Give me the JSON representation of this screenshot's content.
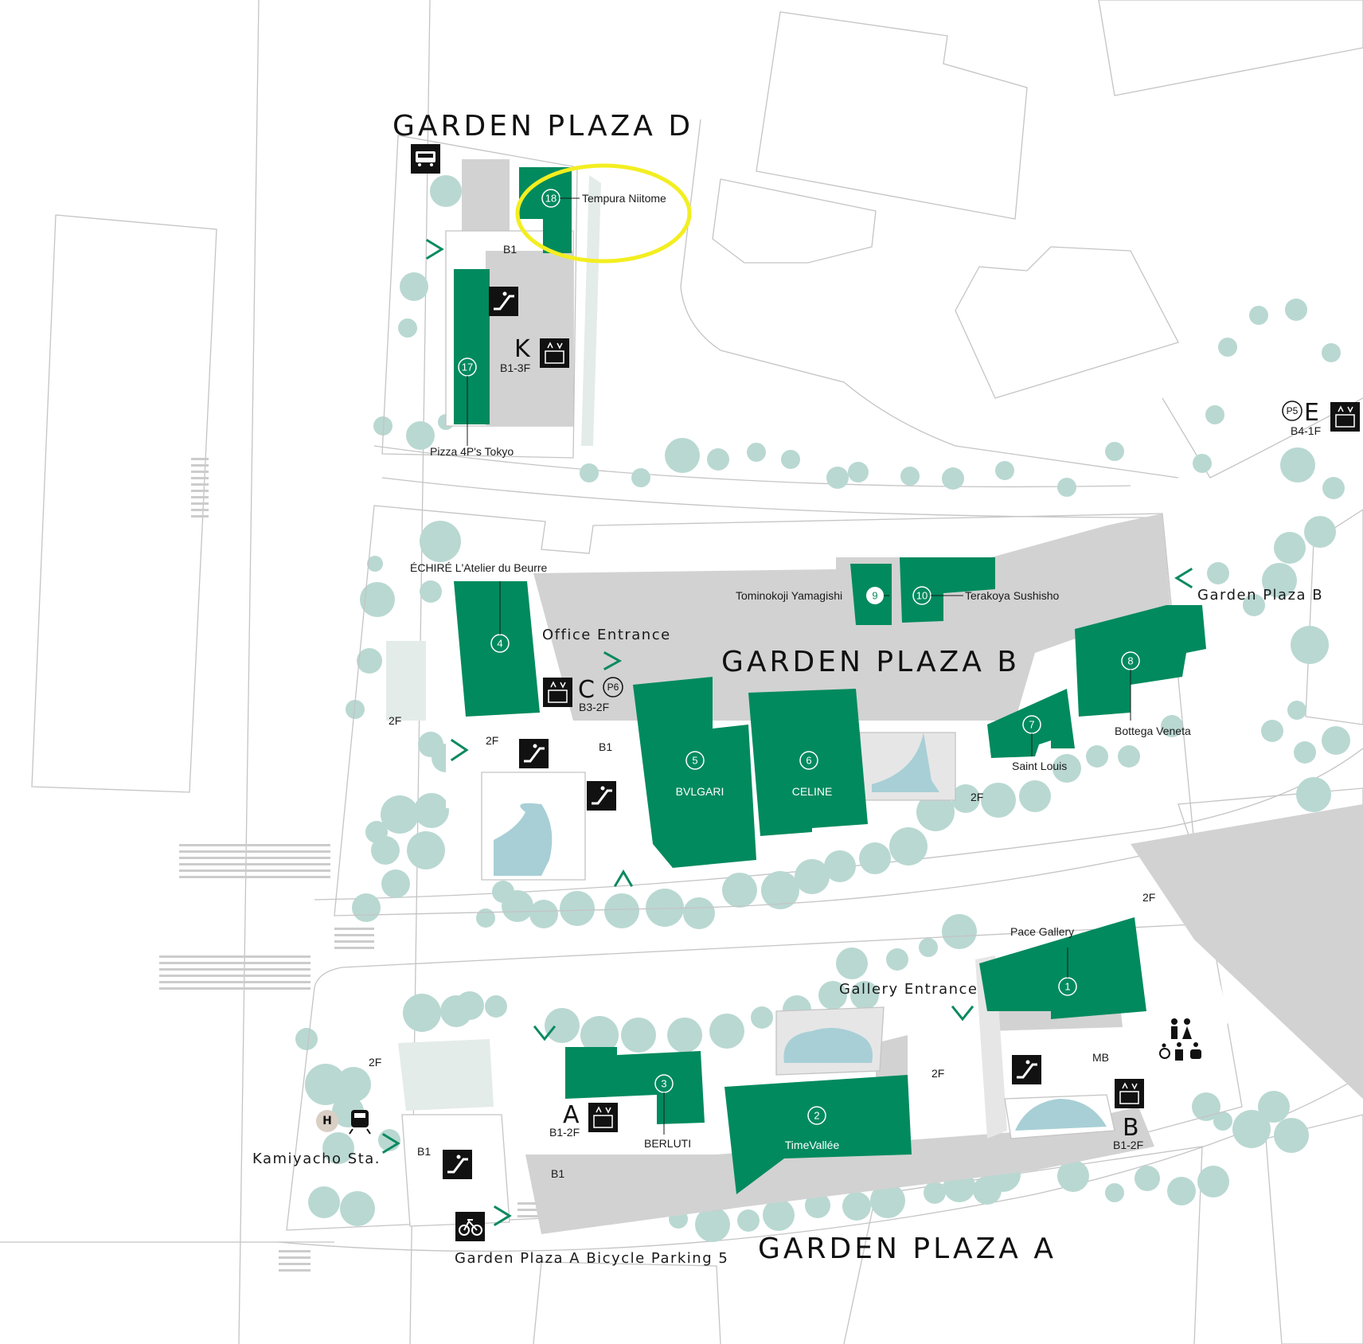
{
  "zones": {
    "d": "GARDEN PLAZA D",
    "b": "GARDEN PLAZA B",
    "a": "GARDEN PLAZA A"
  },
  "stores": [
    {
      "num": "18",
      "name": "Tempura Niitome"
    },
    {
      "num": "17",
      "name": "Pizza 4P's Tokyo"
    },
    {
      "num": "4",
      "name": "ÉCHIRÉ L'Atelier du Beurre"
    },
    {
      "num": "9",
      "name": "Tominokoji Yamagishi"
    },
    {
      "num": "10",
      "name": "Terakoya Sushisho"
    },
    {
      "num": "8",
      "name": "Bottega Veneta"
    },
    {
      "num": "7",
      "name": "Saint Louis"
    },
    {
      "num": "5",
      "name": "BVLGARI"
    },
    {
      "num": "6",
      "name": "CELINE"
    },
    {
      "num": "1",
      "name": "Pace Gallery"
    },
    {
      "num": "3",
      "name": "BERLUTI"
    },
    {
      "num": "2",
      "name": "TimeVallée"
    }
  ],
  "labels": {
    "office_entrance": "Office Entrance",
    "gallery_entrance": "Gallery Entrance",
    "garden_plaza_b_link": "Garden Plaza B",
    "kamiyacho": "Kamiyacho Sta.",
    "bicycle_parking": "Garden Plaza A Bicycle Parking 5"
  },
  "elevators": [
    {
      "letter": "K",
      "floors": "B1-3F"
    },
    {
      "letter": "C",
      "floors": "B3-2F",
      "parking": "P6"
    },
    {
      "letter": "E",
      "floors": "B4-1F",
      "parking": "P5"
    },
    {
      "letter": "A",
      "floors": "B1-2F"
    },
    {
      "letter": "B",
      "floors": "B1-2F"
    }
  ],
  "floor_marks": {
    "d_b1": "B1",
    "b_2f_left": "2F",
    "b_2f_esc": "2F",
    "b_b1": "B1",
    "b_2f_right": "2F",
    "a_2f_top": "2F",
    "a_2f_left": "2F",
    "a_b1_left": "B1",
    "a_b1_mid": "B1",
    "a_2f_right": "2F",
    "a_mb": "MB"
  },
  "station_badge": "H",
  "colors": {
    "store_green": "#008a5e",
    "accent_green": "#0a8a5e",
    "plaza_gray": "#d2d2d2",
    "tree": "#b9d8d2",
    "highlight": "#f3ee20"
  }
}
